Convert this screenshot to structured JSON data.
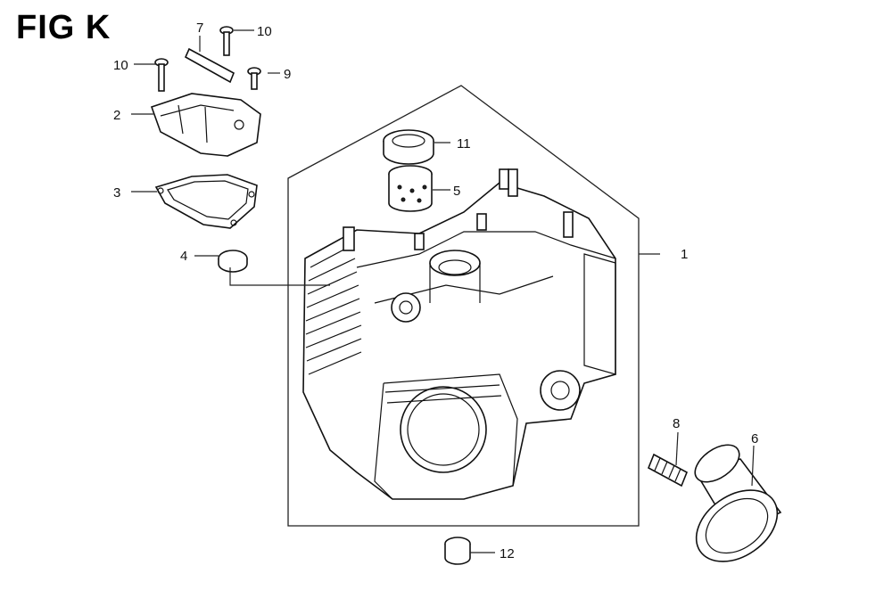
{
  "figure": {
    "title": "FIG K"
  },
  "callouts": [
    {
      "id": "c1",
      "text": "1"
    },
    {
      "id": "c2",
      "text": "2"
    },
    {
      "id": "c3",
      "text": "3"
    },
    {
      "id": "c4",
      "text": "4"
    },
    {
      "id": "c5",
      "text": "5"
    },
    {
      "id": "c6",
      "text": "6"
    },
    {
      "id": "c7",
      "text": "7"
    },
    {
      "id": "c8",
      "text": "8"
    },
    {
      "id": "c9",
      "text": "9"
    },
    {
      "id": "c10a",
      "text": "10"
    },
    {
      "id": "c10b",
      "text": "10"
    },
    {
      "id": "c11",
      "text": "11"
    },
    {
      "id": "c12",
      "text": "12"
    }
  ]
}
